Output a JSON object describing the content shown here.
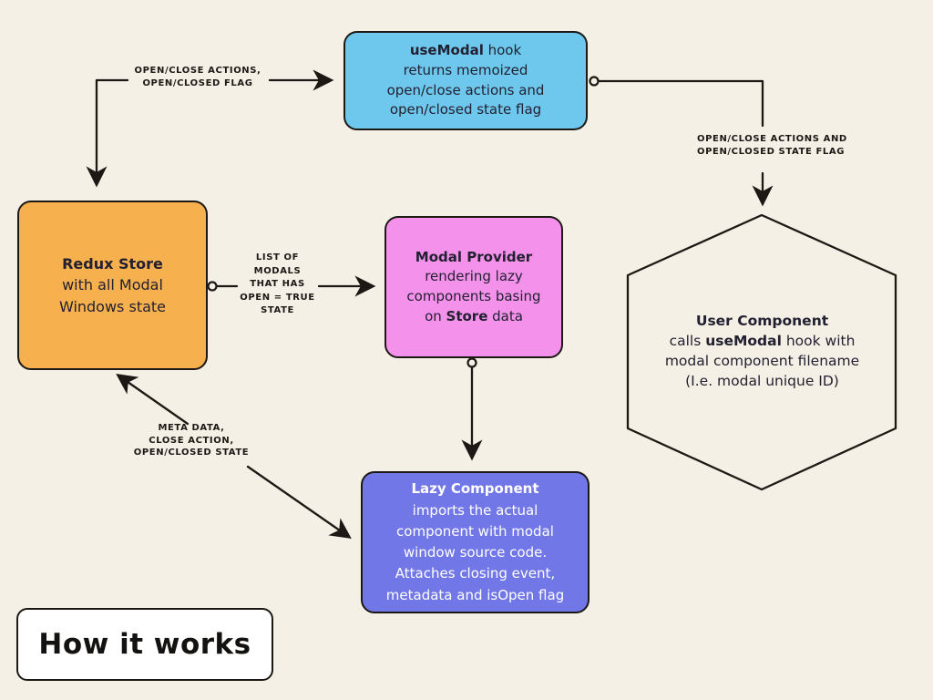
{
  "palette": {
    "background": "#F5F0E6",
    "ink": "#1C1814",
    "node_usemodal_fill": "#6EC8EE",
    "node_redux_fill": "#F6B14E",
    "node_provider_fill": "#F492EB",
    "node_lazy_fill": "#7277E8",
    "node_lazy_text": "#FFFFFF",
    "title_box_fill": "#FFFFFF"
  },
  "title_box": {
    "label": "How it works"
  },
  "nodes": {
    "usemodal": {
      "title_bold": "useModal",
      "title_rest": " hook",
      "body": "returns memoized\nopen/close actions and\nopen/closed state flag"
    },
    "redux": {
      "title": "Redux Store",
      "body": "with all Modal\nWindows state"
    },
    "provider": {
      "title": "Modal Provider",
      "body_pre": "rendering lazy\ncomponents basing\non ",
      "body_bold": "Store",
      "body_post": " data"
    },
    "user": {
      "title": "User Component",
      "body_pre": "calls ",
      "body_bold": "useModal",
      "body_post": " hook with\nmodal component filename\n(I.e. modal unique ID)"
    },
    "lazy": {
      "title": "Lazy Component",
      "body": "imports the actual\ncomponent with modal\nwindow source code.\nAttaches closing event,\nmetadata and isOpen flag"
    }
  },
  "edge_labels": {
    "usemodal_redux": "OPEN/CLOSE ACTIONS,\nOPEN/CLOSED FLAG",
    "usemodal_user": "OPEN/CLOSE ACTIONS AND\nOPEN/CLOSED STATE FLAG",
    "redux_provider": "LIST OF\nMODALS\nTHAT HAS\nOPEN = TRUE\nSTATE",
    "lazy_redux": "META DATA,\nCLOSE ACTION,\nOPEN/CLOSED STATE"
  }
}
